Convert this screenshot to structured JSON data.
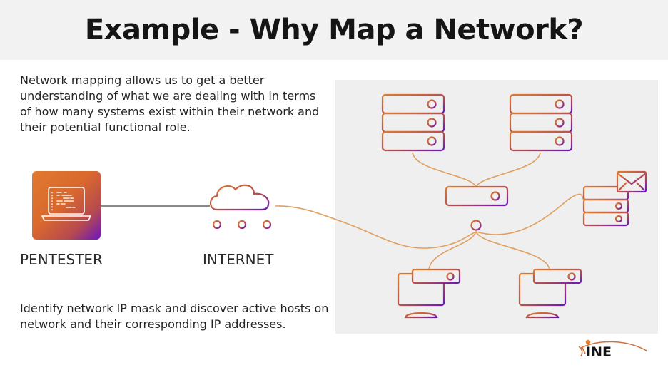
{
  "title": "Example - Why Map a Network?",
  "intro_text": "Network mapping allows us to get a better understanding of what we are dealing with in terms of how many systems exist within their network and their potential functional role.",
  "bottom_text": "Identify network IP mask and discover active hosts on network and their corresponding IP addresses.",
  "nodes": {
    "pentester": {
      "label": "PENTESTER",
      "icon": "laptop-icon"
    },
    "internet": {
      "label": "INTERNET",
      "icon": "cloud-network-icon"
    },
    "server_left": {
      "icon": "server-rack-icon"
    },
    "server_right": {
      "icon": "server-rack-icon"
    },
    "switch": {
      "icon": "network-switch-icon"
    },
    "mail_server": {
      "icon": "mail-server-icon"
    },
    "workstation_left": {
      "icon": "workstation-icon"
    },
    "workstation_right": {
      "icon": "workstation-icon"
    }
  },
  "logo": {
    "text": "INE"
  },
  "colors": {
    "orange": "#e07a2e",
    "purple": "#6a16c0",
    "link_orange": "#e0a060",
    "link_gray": "#888888",
    "panel_bg": "#efefef"
  }
}
